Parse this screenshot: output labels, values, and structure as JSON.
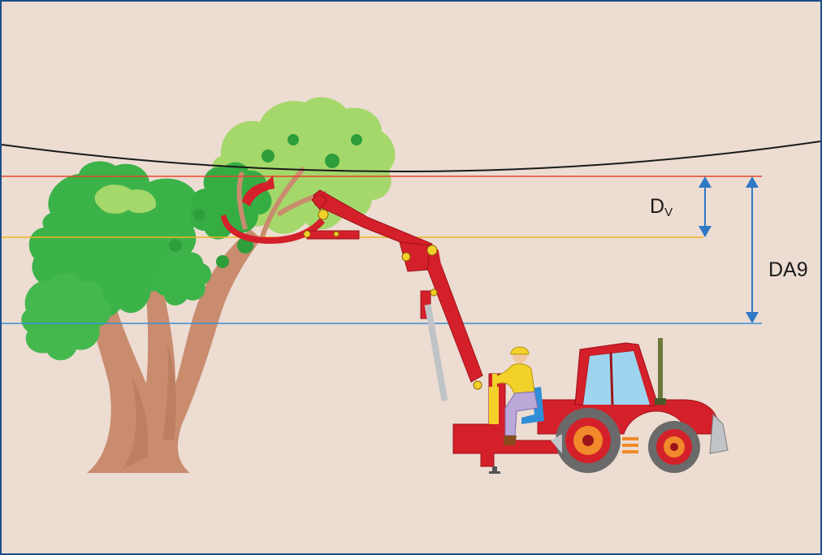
{
  "labels": {
    "dv_main": "D",
    "dv_sub": "V",
    "da9": "DA9"
  },
  "colors": {
    "background": "#ecdcd2",
    "frame": "#1c4e8a",
    "power_line": "#1a1a1a",
    "red_line": "#e8442c",
    "yellow_line": "#f2b31c",
    "blue_line": "#3a8fd6",
    "arrow": "#2f78c4",
    "foliage_light": "#a5d86a",
    "foliage_dark": "#2fae3f",
    "trunk": "#c98c6e",
    "machine": "#d4202a",
    "tire": "#6a6a6a",
    "hub": "#f08a2a",
    "cab_glass": "#9fd4ee",
    "operator_jacket": "#f2d12a",
    "operator_pants": "#b9a8d8"
  },
  "icons": [
    "tree-icon",
    "tractor-icon",
    "operator-icon",
    "saw-blade-icon"
  ]
}
